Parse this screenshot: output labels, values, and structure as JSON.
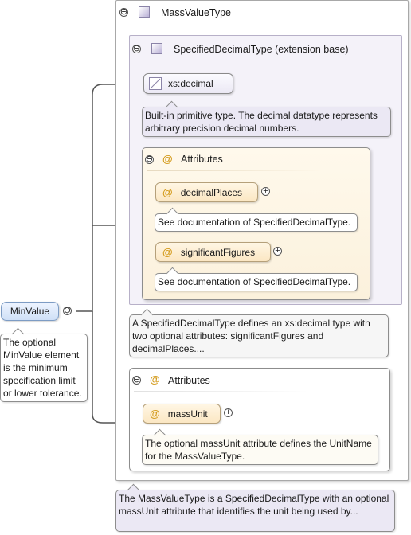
{
  "mass_value_type": {
    "label": "MassValueType"
  },
  "extension": {
    "label": "SpecifiedDecimalType (extension base)"
  },
  "base_type": {
    "label": "xs:decimal",
    "doc": "Built-in primitive type. The decimal datatype represents arbitrary precision decimal numbers."
  },
  "inner_attributes": {
    "label": "Attributes",
    "items": [
      {
        "name": "decimalPlaces",
        "doc": "See documentation of SpecifiedDecimalType."
      },
      {
        "name": "significantFigures",
        "doc": "See documentation of SpecifiedDecimalType."
      }
    ]
  },
  "extension_doc": "A SpecifiedDecimalType defines an xs:decimal type with two optional attributes: significantFigures and decimalPlaces....",
  "outer_attributes": {
    "label": "Attributes",
    "items": [
      {
        "name": "massUnit",
        "doc": "The optional massUnit attribute defines the UnitName for the MassValueType."
      }
    ]
  },
  "type_doc": "The MassValueType is a SpecifiedDecimalType with an optional massUnit attribute that identifies the unit being used by...",
  "element": {
    "label": "MinValue",
    "doc": "The optional MinValue element is the minimum specification limit or lower tolerance."
  },
  "icons": {
    "collapse": "⊖",
    "expand": "+",
    "attribute": "@"
  }
}
